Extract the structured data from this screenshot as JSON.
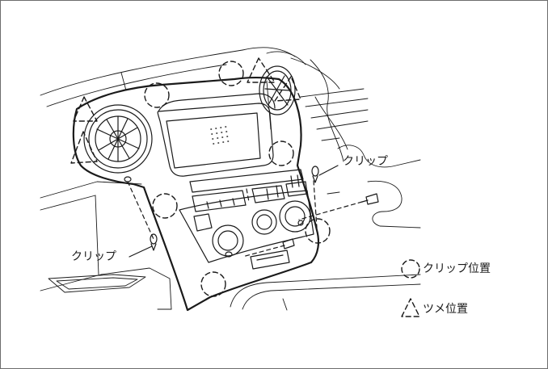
{
  "callouts": {
    "clip_right": "クリップ",
    "clip_left": "クリップ"
  },
  "legend": {
    "clip_position": "クリップ位置",
    "claw_position": "ツメ位置"
  },
  "colors": {
    "line": "#1a1a1a",
    "frame": "#6d6d6d"
  },
  "icons": {
    "clip_marker": "dashed-circle",
    "claw_marker": "dashed-triangle"
  }
}
